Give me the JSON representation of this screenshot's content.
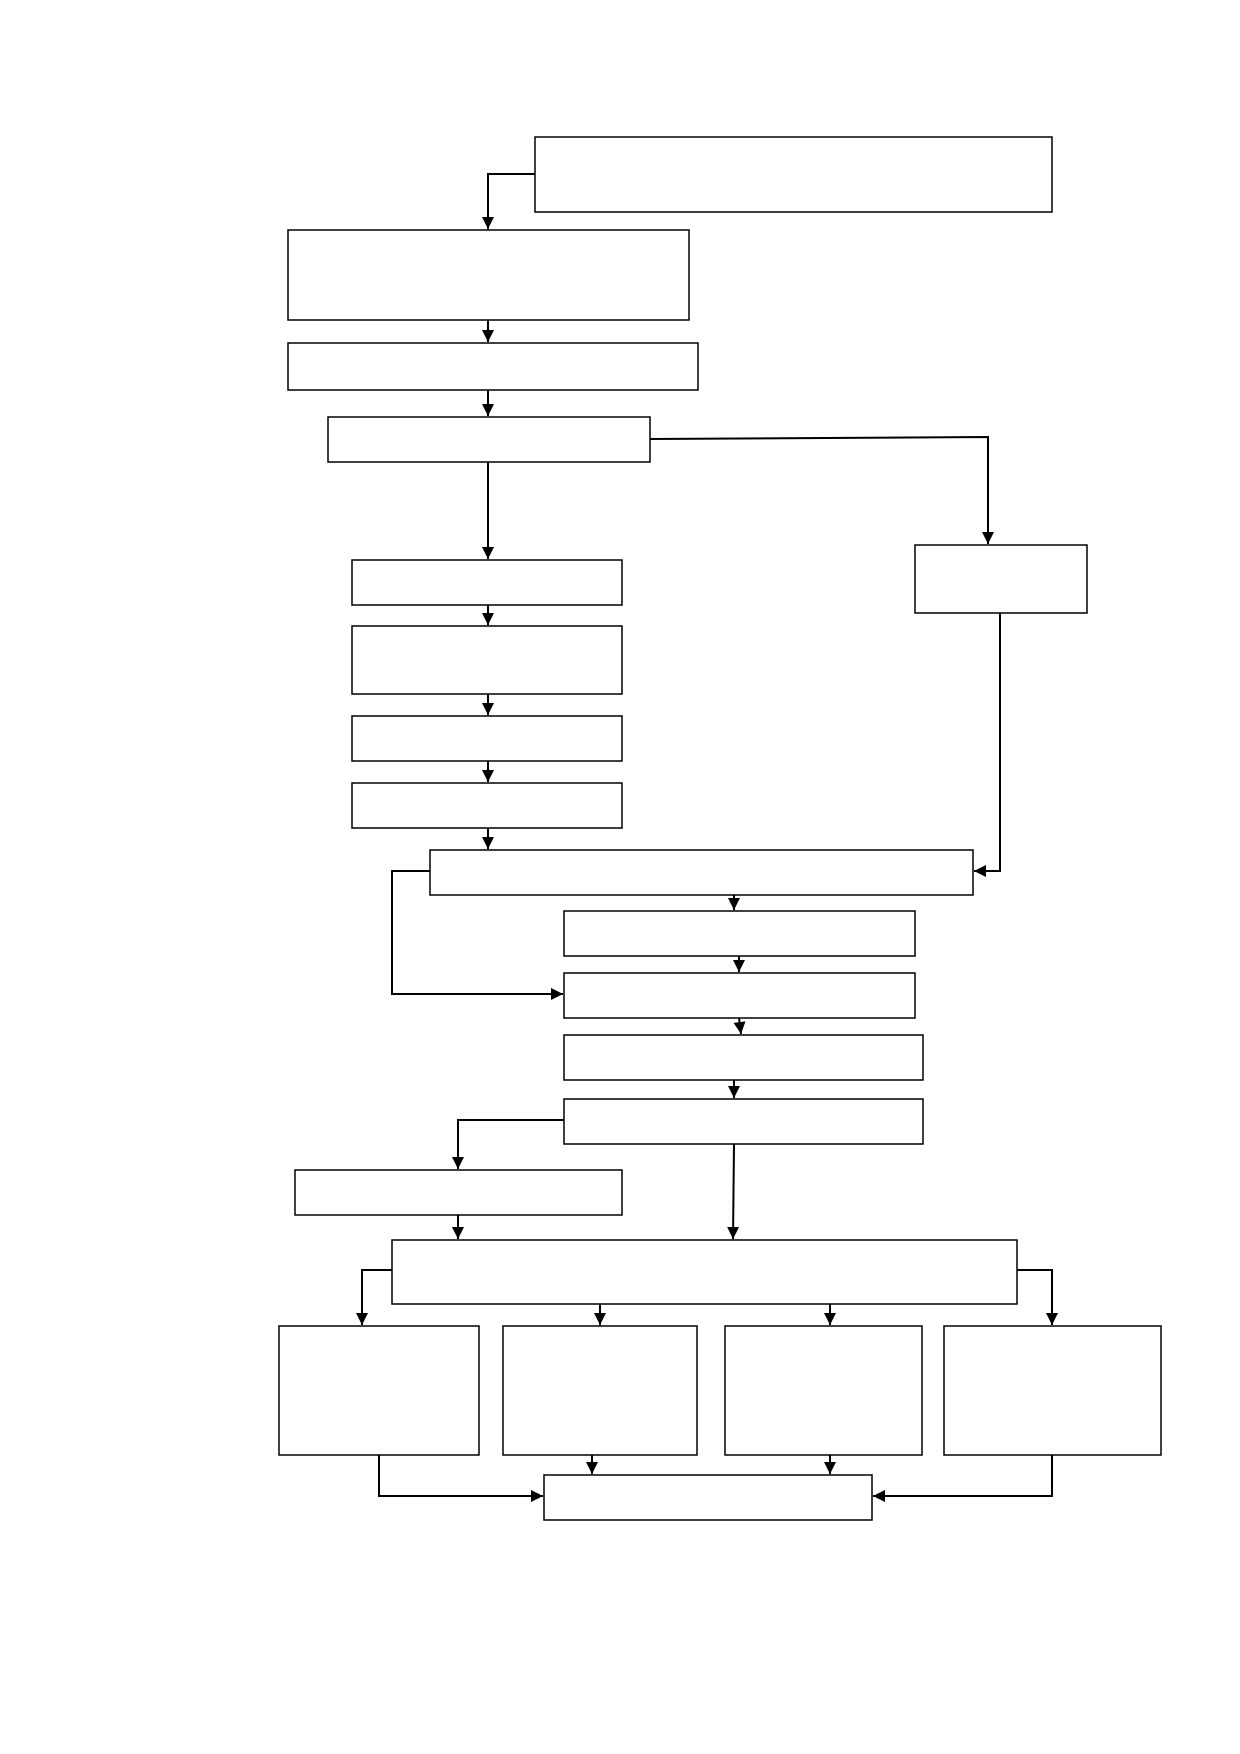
{
  "diagram": {
    "type": "flowchart",
    "stroke_color": "#000000",
    "background_color": "#ffffff",
    "nodes": [
      {
        "id": "n1",
        "label": ""
      },
      {
        "id": "n2",
        "label": ""
      },
      {
        "id": "n3",
        "label": ""
      },
      {
        "id": "n4",
        "label": ""
      },
      {
        "id": "n5",
        "label": ""
      },
      {
        "id": "n6",
        "label": ""
      },
      {
        "id": "n7",
        "label": ""
      },
      {
        "id": "n8",
        "label": ""
      },
      {
        "id": "n9",
        "label": ""
      },
      {
        "id": "n10",
        "label": ""
      },
      {
        "id": "n11",
        "label": ""
      },
      {
        "id": "n12",
        "label": ""
      },
      {
        "id": "n13",
        "label": ""
      },
      {
        "id": "n14",
        "label": ""
      },
      {
        "id": "n15",
        "label": ""
      },
      {
        "id": "n16",
        "label": ""
      },
      {
        "id": "n17",
        "label": ""
      },
      {
        "id": "n18",
        "label": ""
      },
      {
        "id": "n19",
        "label": ""
      },
      {
        "id": "n20",
        "label": ""
      },
      {
        "id": "n21",
        "label": ""
      }
    ],
    "edges": [
      {
        "from": "n1",
        "to": "n2"
      },
      {
        "from": "n2",
        "to": "n3"
      },
      {
        "from": "n3",
        "to": "n4"
      },
      {
        "from": "n4",
        "to": "n5"
      },
      {
        "from": "n4",
        "to": "n9"
      },
      {
        "from": "n5",
        "to": "n6"
      },
      {
        "from": "n6",
        "to": "n7"
      },
      {
        "from": "n7",
        "to": "n8"
      },
      {
        "from": "n8",
        "to": "n10"
      },
      {
        "from": "n9",
        "to": "n10"
      },
      {
        "from": "n10",
        "to": "n11"
      },
      {
        "from": "n10",
        "to": "n12"
      },
      {
        "from": "n11",
        "to": "n12"
      },
      {
        "from": "n12",
        "to": "n13"
      },
      {
        "from": "n13",
        "to": "n14"
      },
      {
        "from": "n14",
        "to": "n15"
      },
      {
        "from": "n14",
        "to": "n16"
      },
      {
        "from": "n15",
        "to": "n16"
      },
      {
        "from": "n16",
        "to": "n17"
      },
      {
        "from": "n16",
        "to": "n18"
      },
      {
        "from": "n16",
        "to": "n19"
      },
      {
        "from": "n16",
        "to": "n20"
      },
      {
        "from": "n17",
        "to": "n21"
      },
      {
        "from": "n18",
        "to": "n21"
      },
      {
        "from": "n19",
        "to": "n21"
      },
      {
        "from": "n20",
        "to": "n21"
      }
    ]
  }
}
